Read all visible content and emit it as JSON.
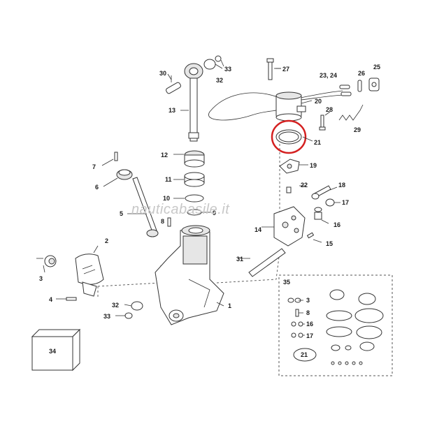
{
  "watermark": "nauticabasile.it",
  "highlight_color": "#d42020",
  "labels": {
    "n30": "30",
    "n33a": "33",
    "n32a": "32",
    "n27": "27",
    "n2324": "23, 24",
    "n26": "26",
    "n25": "25",
    "n13": "13",
    "n20": "20",
    "n28": "28",
    "n29": "29",
    "n21": "21",
    "n7": "7",
    "n12": "12",
    "n19": "19",
    "n6": "6",
    "n11": "11",
    "n22": "22",
    "n18": "18",
    "n10": "10",
    "n17": "17",
    "n5": "5",
    "n9": "9",
    "n8": "8",
    "n14": "14",
    "n16": "16",
    "n2": "2",
    "n15": "15",
    "n31": "31",
    "n3": "3",
    "n35": "35",
    "n4": "4",
    "n32b": "32",
    "n1": "1",
    "n33b": "33",
    "n34": "34",
    "k3": "3",
    "k8": "8",
    "k16": "16",
    "k17": "17",
    "k21": "21"
  }
}
